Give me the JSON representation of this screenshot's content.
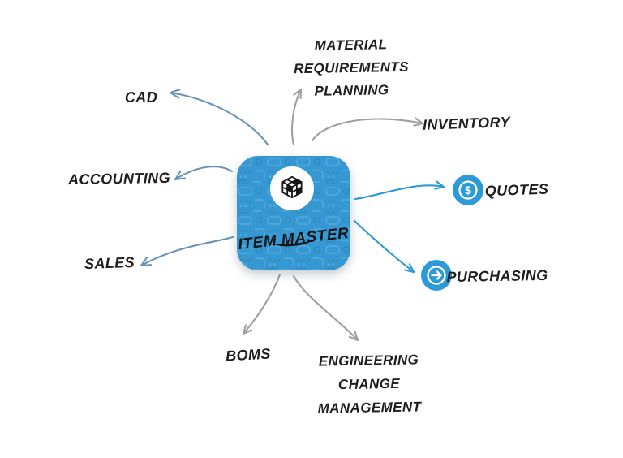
{
  "diagram": {
    "title": "Item Master",
    "center": {
      "label": "ITEM MASTER",
      "icon": "modular-cube"
    },
    "nodes": [
      {
        "id": "cad",
        "label": "CAD"
      },
      {
        "id": "material-requirements-planning",
        "label": "MATERIAL\nREQUIREMENTS\nPLANNING"
      },
      {
        "id": "inventory",
        "label": "INVENTORY"
      },
      {
        "id": "quotes",
        "label": "QUOTES",
        "icon": "dollar-circle",
        "icon_glyph": "$"
      },
      {
        "id": "purchasing",
        "label": "PURCHASING",
        "icon": "arrow-right-circle"
      },
      {
        "id": "engineering-change-management",
        "label": "ENGINEERING\nCHANGE\nMANAGEMENT"
      },
      {
        "id": "boms",
        "label": "BOMS"
      },
      {
        "id": "sales",
        "label": "SALES"
      },
      {
        "id": "accounting",
        "label": "ACCOUNTING"
      }
    ],
    "colors": {
      "background": "#ffffff",
      "center_box": "#3598d2",
      "bright_blue": "#2b9ad6",
      "steel_blue": "#6893b6",
      "arrow_gray": "#9f9f9f",
      "text": "#1f1f1f"
    }
  }
}
